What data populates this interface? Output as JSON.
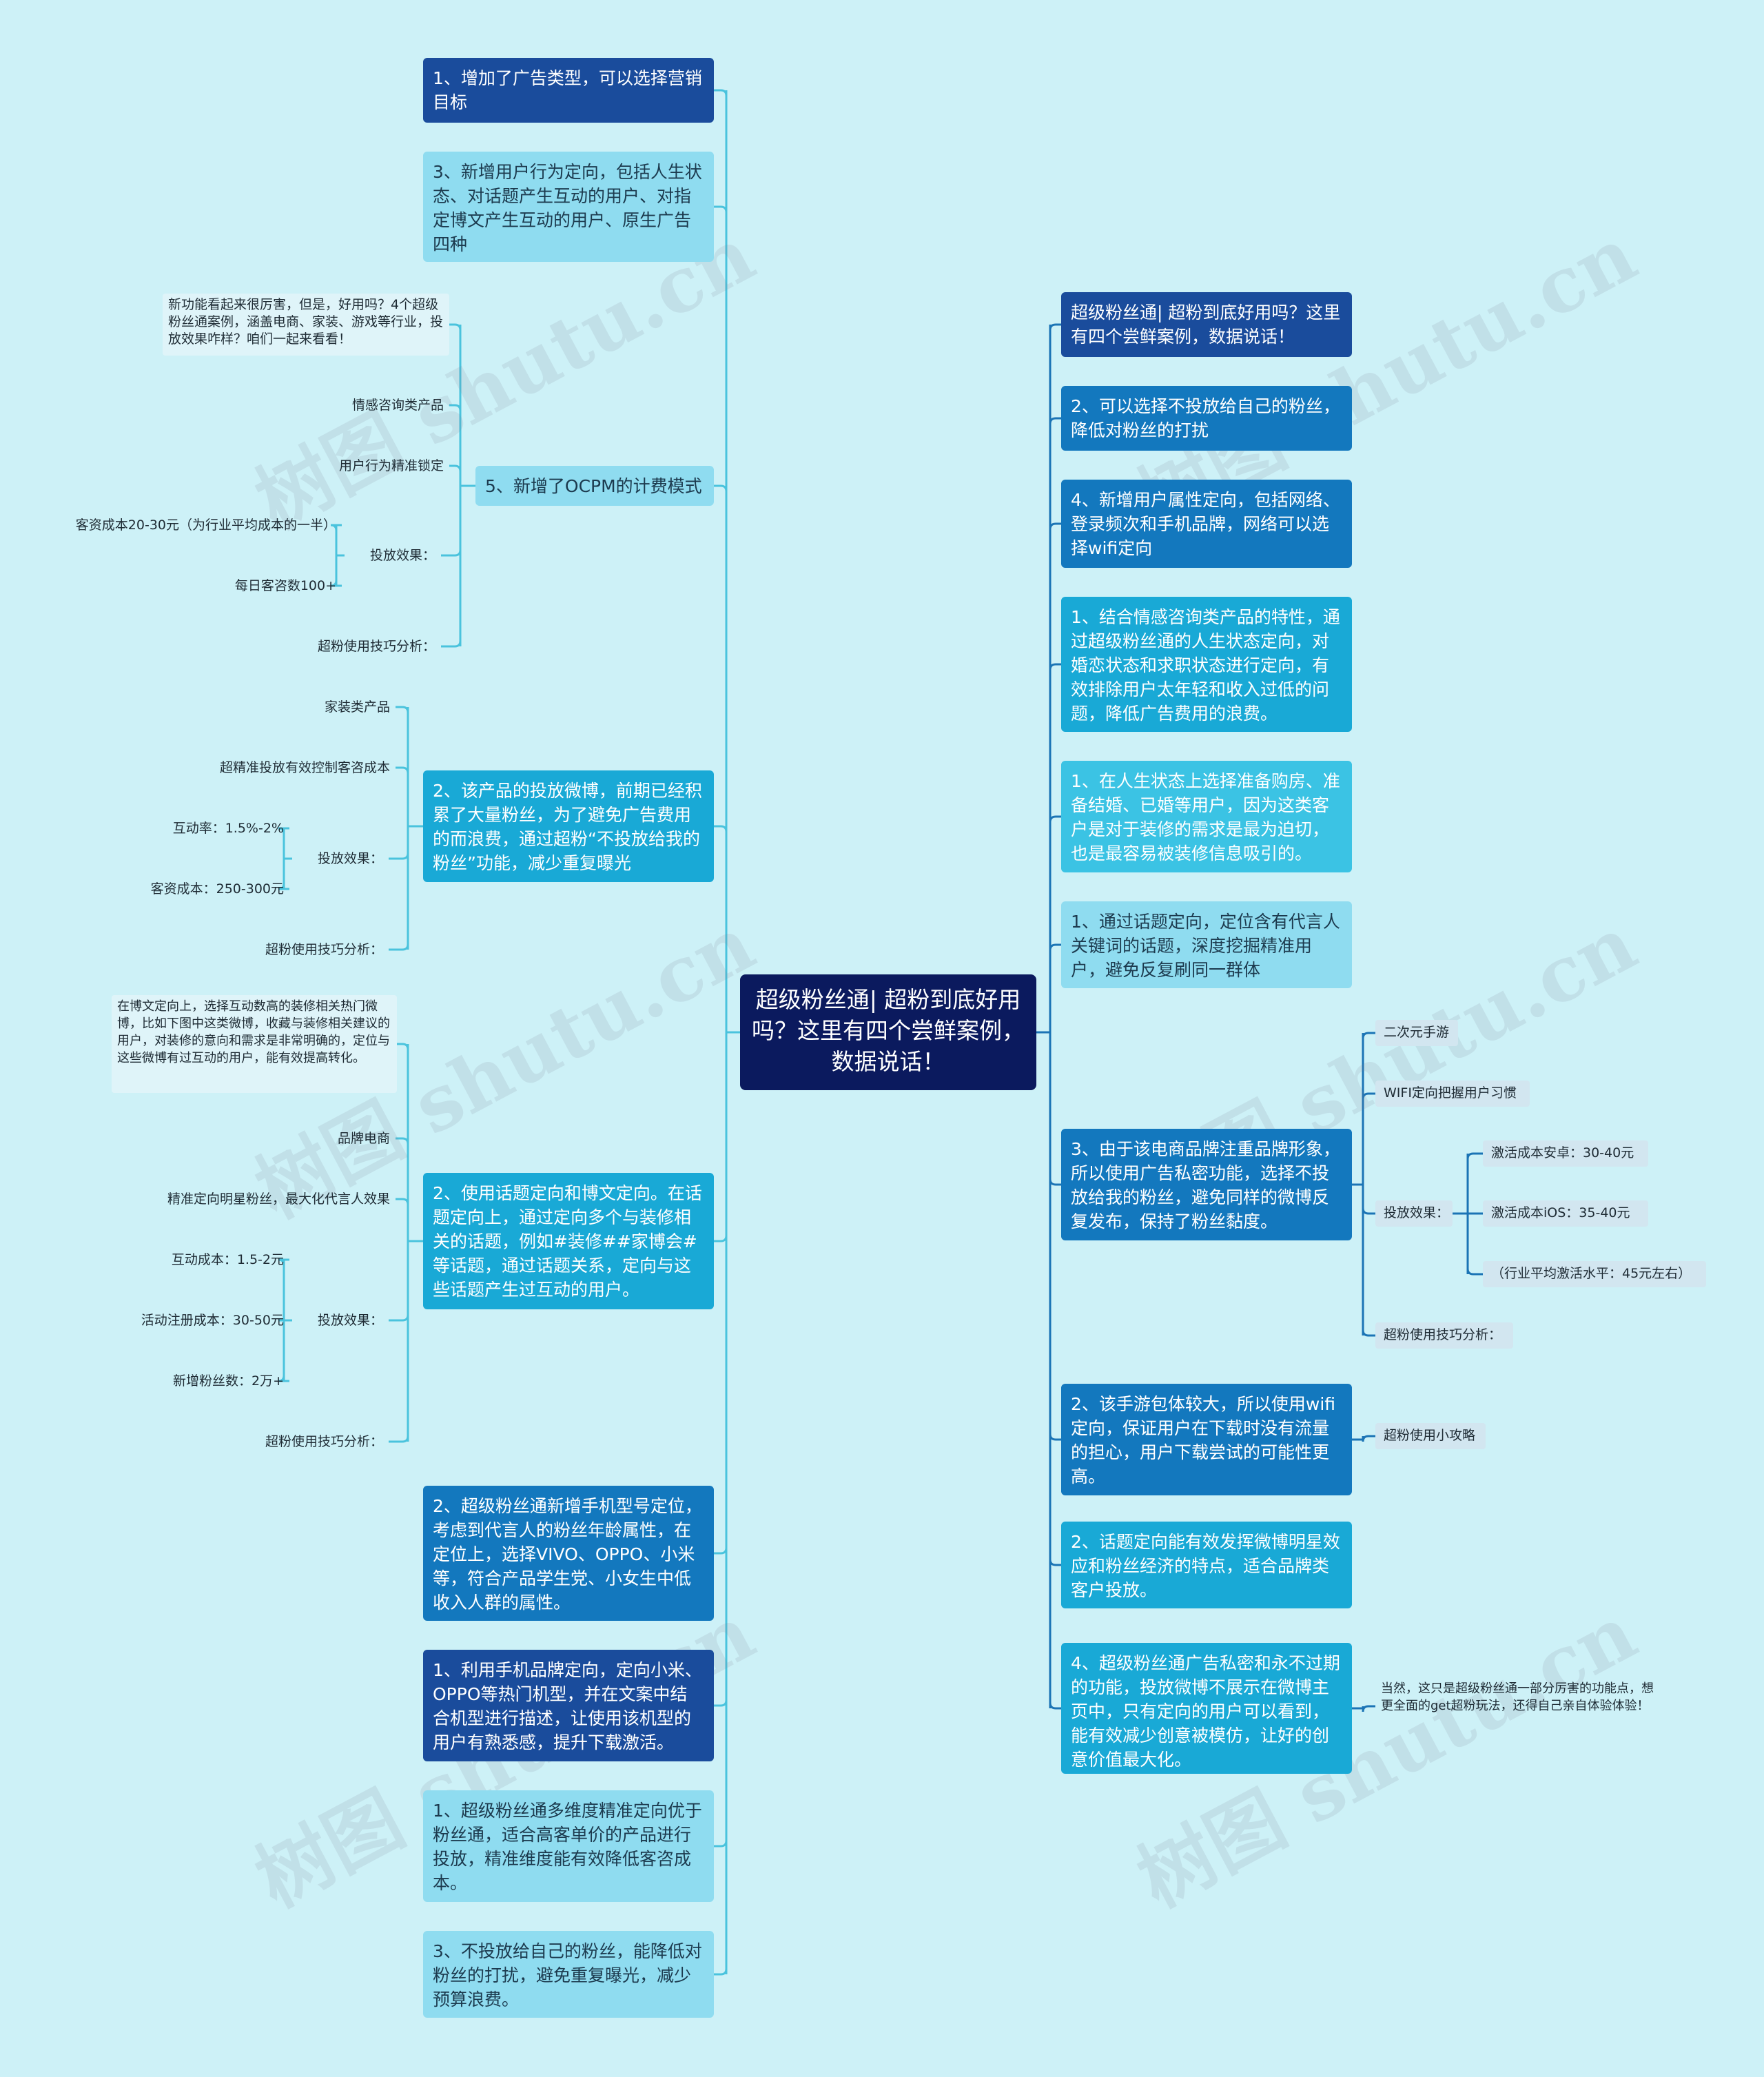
{
  "root": "超级粉丝通| 超粉到底好用吗？这里有四个尝鲜案例，数据说话！",
  "watermark": "树图 shutu.cn",
  "colors": {
    "background": "#cdf1f7",
    "line_left": "#4ac3dd",
    "line_right": "#1b74b5",
    "root": "#0b1a5e"
  },
  "left": [
    {
      "text": "1、增加了广告类型，可以选择营销目标"
    },
    {
      "text": "3、新增用户行为定向，包括人生状态、对话题产生互动的用户、对指定博文产生互动的用户、原生广告四种"
    },
    {
      "text": "5、新增了OCPM的计费模式",
      "children": [
        "新功能看起来很厉害，但是，好用吗？4个超级粉丝通案例，涵盖电商、家装、游戏等行业，投放效果咋样？咱们一起来看看！",
        "情感咨询类产品",
        "用户行为精准锁定",
        {
          "label": "投放效果：",
          "items": [
            "客资成本20-30元（为行业平均成本的一半）",
            "每日客咨数100+"
          ]
        },
        "超粉使用技巧分析："
      ]
    },
    {
      "text": "2、该产品的投放微博，前期已经积累了大量粉丝，为了避免广告费用的而浪费，通过超粉“不投放给我的粉丝”功能，减少重复曝光",
      "children": [
        "家装类产品",
        "超精准投放有效控制客咨成本",
        {
          "label": "投放效果：",
          "items": [
            "互动率：1.5%-2%",
            "客资成本：250-300元"
          ]
        },
        "超粉使用技巧分析："
      ]
    },
    {
      "text": "2、使用话题定向和博文定向。在话题定向上，通过定向多个与装修相关的话题，例如#装修##家博会#等话题，通过话题关系，定向与这些话题产生过互动的用户。",
      "children": [
        "在博文定向上，选择互动数高的装修相关热门微博，比如下图中这类微博，收藏与装修相关建议的用户，对装修的意向和需求是非常明确的，定位与这些微博有过互动的用户，能有效提高转化。",
        "品牌电商",
        "精准定向明星粉丝，最大化代言人效果",
        {
          "label": "投放效果：",
          "items": [
            "互动成本：1.5-2元",
            "活动注册成本：30-50元",
            "新增粉丝数：2万+"
          ]
        },
        "超粉使用技巧分析："
      ]
    },
    {
      "text": "2、超级粉丝通新增手机型号定位，考虑到代言人的粉丝年龄属性，在定位上，选择VIVO、OPPO、小米等，符合产品学生党、小女生中低收入人群的属性。"
    },
    {
      "text": "1、利用手机品牌定向，定向小米、OPPO等热门机型，并在文案中结合机型进行描述，让使用该机型的用户有熟悉感，提升下载激活。"
    },
    {
      "text": "1、超级粉丝通多维度精准定向优于粉丝通，适合高客单价的产品进行投放，精准维度能有效降低客咨成本。"
    },
    {
      "text": "3、不投放给自己的粉丝，能降低对粉丝的打扰，避免重复曝光，减少预算浪费。"
    }
  ],
  "right": [
    {
      "text": "超级粉丝通| 超粉到底好用吗？这里有四个尝鲜案例，数据说话！"
    },
    {
      "text": "2、可以选择不投放给自己的粉丝，降低对粉丝的打扰"
    },
    {
      "text": "4、新增用户属性定向，包括网络、登录频次和手机品牌，网络可以选择wifi定向"
    },
    {
      "text": "1、结合情感咨询类产品的特性，通过超级粉丝通的人生状态定向，对婚恋状态和求职状态进行定向，有效排除用户太年轻和收入过低的问题，降低广告费用的浪费。"
    },
    {
      "text": "1、在人生状态上选择准备购房、准备结婚、已婚等用户，因为这类客户是对于装修的需求是最为迫切，也是最容易被装修信息吸引的。"
    },
    {
      "text": "1、通过话题定向，定位含有代言人关键词的话题，深度挖掘精准用户，避免反复刷同一群体"
    },
    {
      "text": "3、由于该电商品牌注重品牌形象，所以使用广告私密功能，选择不投放给我的粉丝，避免同样的微博反复发布，保持了粉丝黏度。",
      "children": [
        "二次元手游",
        "WIFI定向把握用户习惯",
        {
          "label": "投放效果：",
          "items": [
            "激活成本安卓：30-40元",
            "激活成本iOS：35-40元",
            "（行业平均激活水平：45元左右）"
          ]
        },
        "超粉使用技巧分析："
      ]
    },
    {
      "text": "2、该手游包体较大，所以使用wifi定向，保证用户在下载时没有流量的担心，用户下载尝试的可能性更高。",
      "children": [
        "超粉使用小攻略"
      ]
    },
    {
      "text": "2、话题定向能有效发挥微博明星效应和粉丝经济的特点，适合品牌类客户投放。"
    },
    {
      "text": "4、超级粉丝通广告私密和永不过期的功能，投放微博不展示在微博主页中，只有定向的用户可以看到，能有效减少创意被模仿，让好的创意价值最大化。",
      "children": [
        "当然，这只是超级粉丝通一部分厉害的功能点，想更全面的get超粉玩法，还得自己亲自体验体验！"
      ]
    }
  ]
}
